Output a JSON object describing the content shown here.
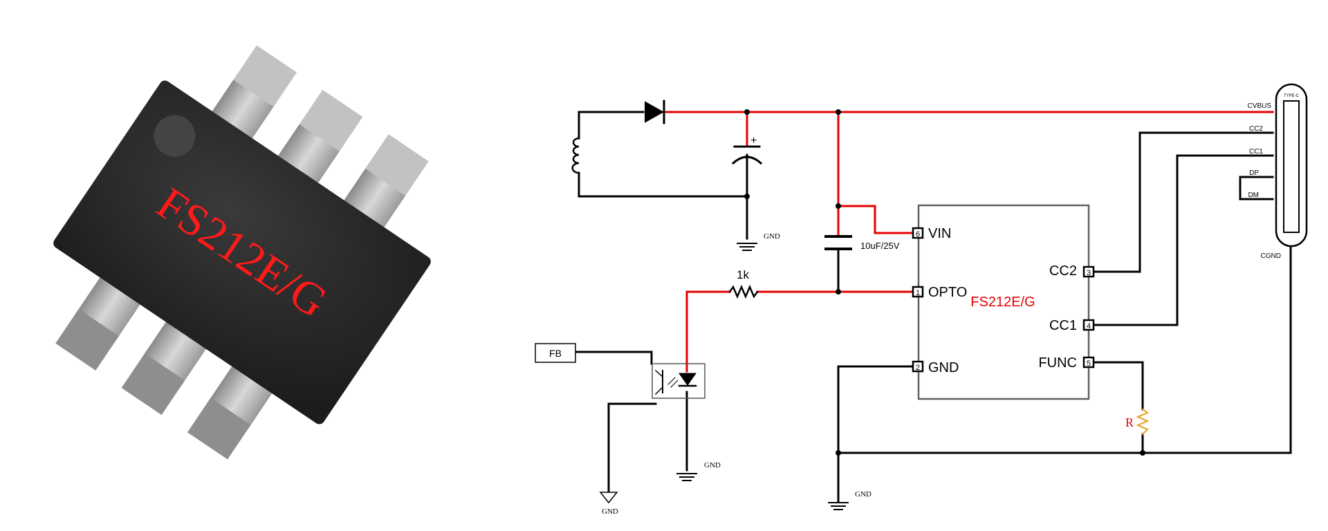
{
  "chip": {
    "marking": "FS212E/G",
    "colors": {
      "body": "#2a2a2a",
      "lead": "#b4b4b4",
      "marking": "#ff1a1a"
    }
  },
  "schematic": {
    "colors": {
      "power_net": "#e60000",
      "wire": "#000000",
      "ic_outline": "#606060",
      "ic_label": "#e60000",
      "resistor_r": "#e6a020"
    },
    "ic": {
      "name": "FS212E/G",
      "pins": [
        {
          "num": "6",
          "label": "VIN"
        },
        {
          "num": "1",
          "label": "OPTO"
        },
        {
          "num": "2",
          "label": "GND"
        },
        {
          "num": "3",
          "label": "CC2"
        },
        {
          "num": "4",
          "label": "CC1"
        },
        {
          "num": "5",
          "label": "FUNC"
        }
      ]
    },
    "capacitor_label": "10uF/25V",
    "resistor_label": "1k",
    "func_resistor_label": "R",
    "fb_label": "FB",
    "polarity_mark": "+",
    "gnd_labels": [
      "GND",
      "GND",
      "GND",
      "GND"
    ],
    "typec": {
      "header": "TYPE-C",
      "pins": [
        "CVBUS",
        "CC2",
        "CC1",
        "DP",
        "DM"
      ],
      "gnd": "CGND"
    }
  }
}
